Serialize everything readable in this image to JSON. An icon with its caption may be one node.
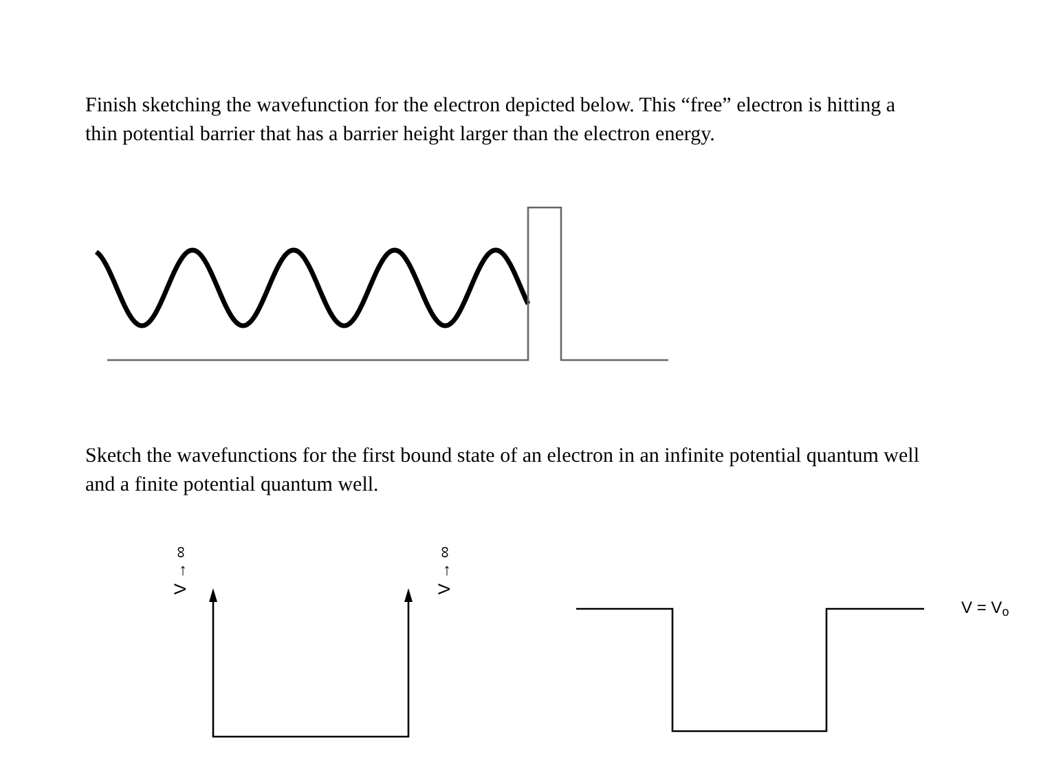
{
  "diagram": {
    "labels": [
      "Finish sketching the wavefunction for the electron depicted below.  This “free” electron is hitting a thin potential barrier that has a barrier height larger than the electron energy.",
      "Sketch the wavefunctions for the first bound state of an electron in an infinite potential quantum well and a finite potential quantum well.",
      "V → ∞",
      "V → ∞",
      "V = V$_{o}$"
    ]
  }
}
